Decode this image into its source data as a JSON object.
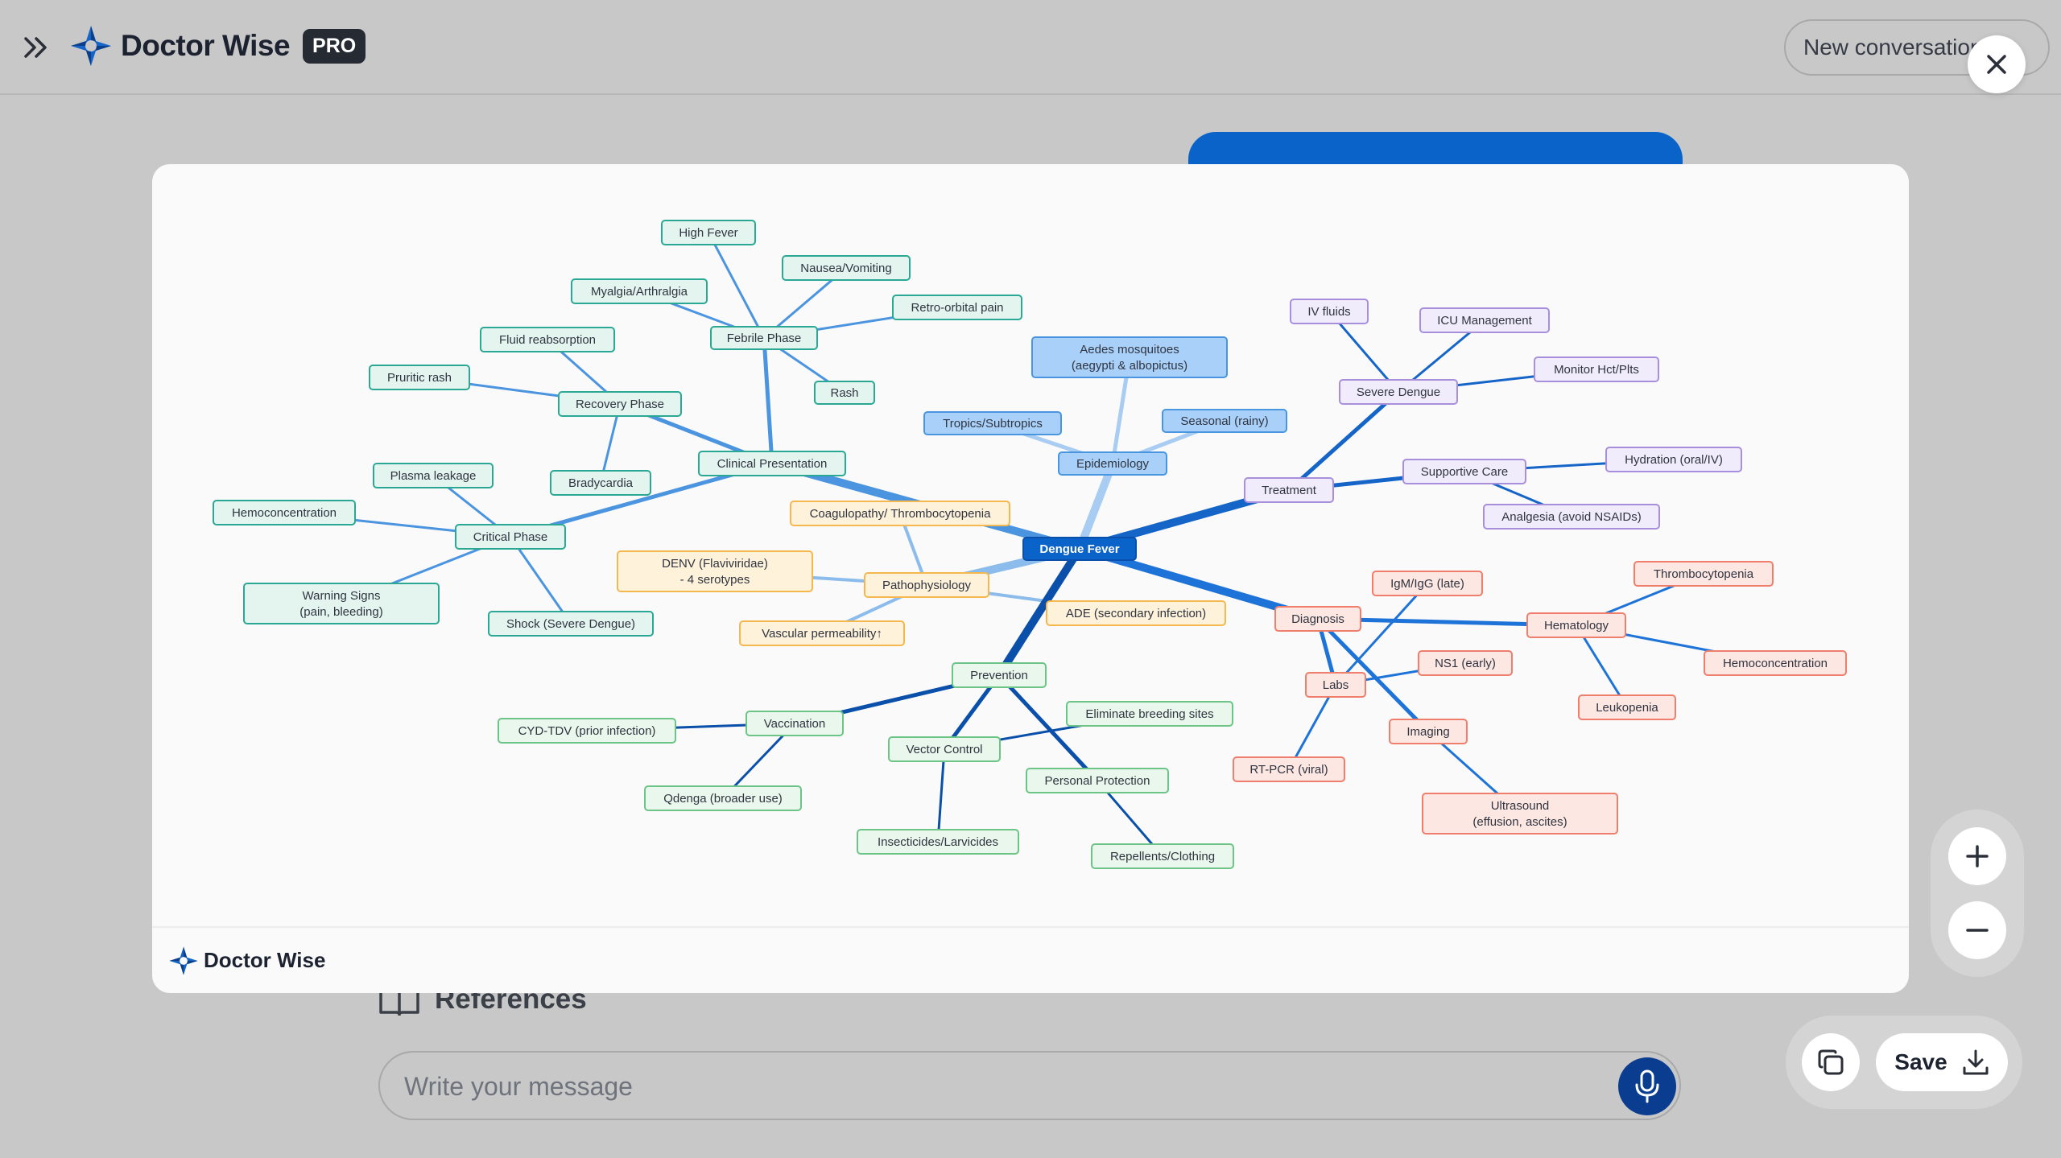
{
  "header": {
    "brand_name": "Doctor Wise",
    "pro_badge": "PRO",
    "new_conversation_label": "New conversation"
  },
  "modal": {
    "footer_brand": "Doctor Wise"
  },
  "references": {
    "title": "References"
  },
  "message": {
    "placeholder": "Write your message"
  },
  "actions": {
    "save_label": "Save"
  },
  "colors": {
    "accent": "#0a63c9",
    "root": "#0a63c9",
    "teal": "#2aa894",
    "blue": "#4a95e0",
    "orange": "#f5b84e",
    "purple": "#a88fdc",
    "red": "#ef7e6c",
    "green": "#6cc486"
  },
  "mindmap": {
    "root": "Dengue Fever",
    "nodes": [
      {
        "id": "clinical",
        "label": "Clinical Presentation",
        "group": "teal"
      },
      {
        "id": "febrile",
        "label": "Febrile Phase",
        "group": "teal"
      },
      {
        "id": "highfever",
        "label": "High Fever",
        "group": "teal"
      },
      {
        "id": "nausea",
        "label": "Nausea/Vomiting",
        "group": "teal"
      },
      {
        "id": "myalgia",
        "label": "Myalgia/Arthralgia",
        "group": "teal"
      },
      {
        "id": "retro",
        "label": "Retro-orbital pain",
        "group": "teal"
      },
      {
        "id": "rash",
        "label": "Rash",
        "group": "teal"
      },
      {
        "id": "recovery",
        "label": "Recovery Phase",
        "group": "teal"
      },
      {
        "id": "fluidreab",
        "label": "Fluid reabsorption",
        "group": "teal"
      },
      {
        "id": "pruritic",
        "label": "Pruritic rash",
        "group": "teal"
      },
      {
        "id": "brady",
        "label": "Bradycardia",
        "group": "teal"
      },
      {
        "id": "critical",
        "label": "Critical Phase",
        "group": "teal"
      },
      {
        "id": "plasma",
        "label": "Plasma leakage",
        "group": "teal"
      },
      {
        "id": "hemoconc1",
        "label": "Hemoconcentration",
        "group": "teal"
      },
      {
        "id": "warning",
        "label": "Warning Signs (pain, bleeding)",
        "group": "teal"
      },
      {
        "id": "shock",
        "label": "Shock (Severe Dengue)",
        "group": "teal"
      },
      {
        "id": "epi",
        "label": "Epidemiology",
        "group": "blue"
      },
      {
        "id": "aedes",
        "label": "Aedes mosquitoes (aegypti & albopictus)",
        "group": "blue"
      },
      {
        "id": "tropics",
        "label": "Tropics/Subtropics",
        "group": "blue"
      },
      {
        "id": "seasonal",
        "label": "Seasonal (rainy)",
        "group": "blue"
      },
      {
        "id": "patho",
        "label": "Pathophysiology",
        "group": "orange"
      },
      {
        "id": "coag",
        "label": "Coagulopathy/ Thrombocytopenia",
        "group": "orange"
      },
      {
        "id": "denv",
        "label": "DENV (Flaviviridae) - 4 serotypes",
        "group": "orange"
      },
      {
        "id": "vascular",
        "label": "Vascular permeability↑",
        "group": "orange"
      },
      {
        "id": "ade",
        "label": "ADE (secondary infection)",
        "group": "orange"
      },
      {
        "id": "treatment",
        "label": "Treatment",
        "group": "purple"
      },
      {
        "id": "severe",
        "label": "Severe Dengue",
        "group": "purple"
      },
      {
        "id": "ivfluids",
        "label": "IV fluids",
        "group": "purple"
      },
      {
        "id": "icu",
        "label": "ICU Management",
        "group": "purple"
      },
      {
        "id": "monitor",
        "label": "Monitor Hct/Plts",
        "group": "purple"
      },
      {
        "id": "supportive",
        "label": "Supportive Care",
        "group": "purple"
      },
      {
        "id": "hydration",
        "label": "Hydration (oral/IV)",
        "group": "purple"
      },
      {
        "id": "analgesia",
        "label": "Analgesia (avoid NSAIDs)",
        "group": "purple"
      },
      {
        "id": "diagnosis",
        "label": "Diagnosis",
        "group": "red"
      },
      {
        "id": "igm",
        "label": "IgM/IgG (late)",
        "group": "red"
      },
      {
        "id": "labs",
        "label": "Labs",
        "group": "red"
      },
      {
        "id": "ns1",
        "label": "NS1 (early)",
        "group": "red"
      },
      {
        "id": "rtpcr",
        "label": "RT-PCR (viral)",
        "group": "red"
      },
      {
        "id": "imaging",
        "label": "Imaging",
        "group": "red"
      },
      {
        "id": "ultra",
        "label": "Ultrasound (effusion, ascites)",
        "group": "red"
      },
      {
        "id": "hema",
        "label": "Hematology",
        "group": "red"
      },
      {
        "id": "thrombo",
        "label": "Thrombocytopenia",
        "group": "red"
      },
      {
        "id": "hemoconc2",
        "label": "Hemoconcentration",
        "group": "red"
      },
      {
        "id": "leuko",
        "label": "Leukopenia",
        "group": "red"
      },
      {
        "id": "prevention",
        "label": "Prevention",
        "group": "green"
      },
      {
        "id": "vacc",
        "label": "Vaccination",
        "group": "green"
      },
      {
        "id": "cyd",
        "label": "CYD-TDV (prior infection)",
        "group": "green"
      },
      {
        "id": "qdenga",
        "label": "Qdenga (broader use)",
        "group": "green"
      },
      {
        "id": "vector",
        "label": "Vector Control",
        "group": "green"
      },
      {
        "id": "breeding",
        "label": "Eliminate breeding sites",
        "group": "green"
      },
      {
        "id": "insect",
        "label": "Insecticides/Larvicides",
        "group": "green"
      },
      {
        "id": "personal",
        "label": "Personal Protection",
        "group": "green"
      },
      {
        "id": "repell",
        "label": "Repellents/Clothing",
        "group": "green"
      }
    ]
  }
}
